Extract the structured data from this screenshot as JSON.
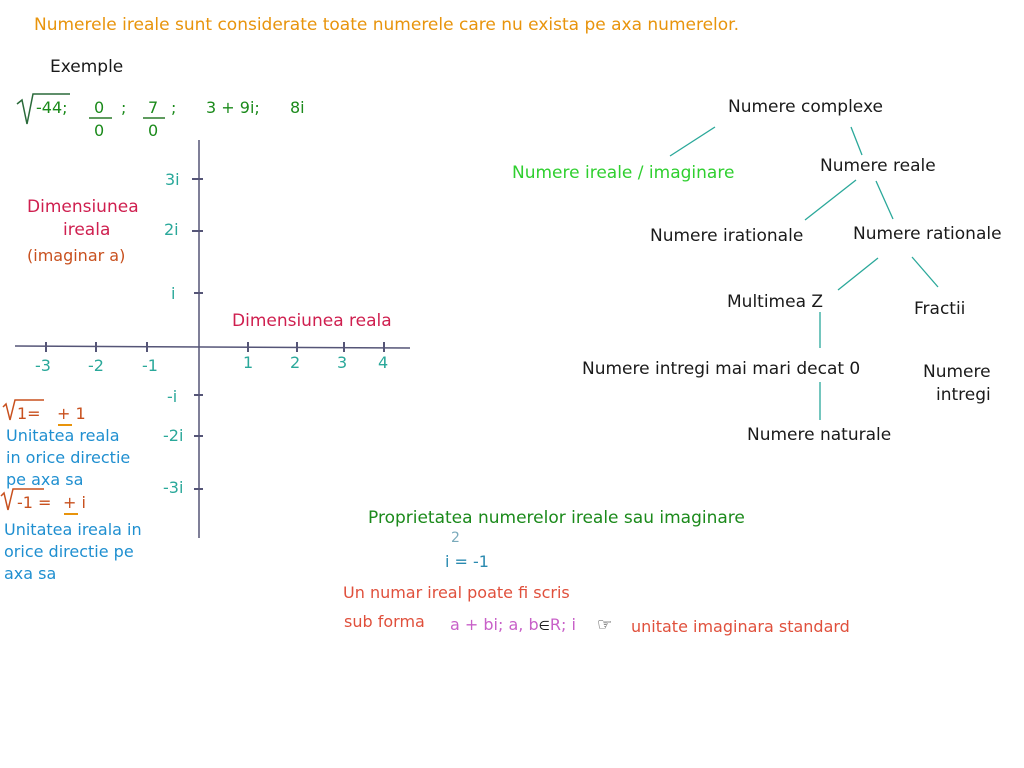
{
  "header": "Numerele ireale sunt considerate toate numerele care nu exista pe axa numerelor.",
  "examples": {
    "title": "Exemple",
    "sqrt_value": "-44;",
    "frac1_num": "0",
    "frac1_den": "0",
    "sep1": ";",
    "frac2_num": "7",
    "frac2_den": "0",
    "sep2": ";",
    "expr1": "3 + 9i;",
    "expr2": "8i"
  },
  "axis": {
    "y_label_line1": "Dimensiunea",
    "y_label_line2": "ireala",
    "y_label_line3": "(imaginar a)",
    "x_label": "Dimensiunea reala",
    "x_ticks": [
      "-3",
      "-2",
      "-1",
      "1",
      "2",
      "3",
      "4"
    ],
    "y_ticks": [
      "3i",
      "2i",
      "i",
      "-i",
      "-2i",
      "-3i"
    ]
  },
  "left_notes": {
    "sqrt1_radicand": "1=",
    "sqrt1_result": "+ 1",
    "unit_real": [
      "Unitatea reala",
      "in orice directie",
      "pe axa sa"
    ],
    "sqrt2_radicand": "-1 =",
    "sqrt2_result": "+ i",
    "unit_imag": [
      "Unitatea ireala in",
      "orice directie pe",
      "axa sa"
    ]
  },
  "tree": {
    "root": "Numere complexe",
    "imag": "Numere ireale / imaginare",
    "real": "Numere reale",
    "irrational": "Numere irationale",
    "rational": "Numere rationale",
    "z": "Multimea Z",
    "fractii": "Fractii",
    "int_pos": "Numere intregi mai mari decat 0",
    "fr_int_line1": "Numere",
    "fr_int_line2": "intregi",
    "natural": "Numere naturale"
  },
  "property": {
    "title": "Proprietatea numerelor ireale sau imaginare",
    "exponent": "2",
    "equation": "i = -1",
    "line1": "Un numar ireal poate fi scris",
    "line2": "sub forma",
    "form_a": "a + bi",
    "form_b": "; a, b",
    "form_elem": "∈",
    "form_r": "R",
    "form_sep": "; i",
    "pointer": "☞",
    "unit_text": "unitate imaginara standard"
  }
}
